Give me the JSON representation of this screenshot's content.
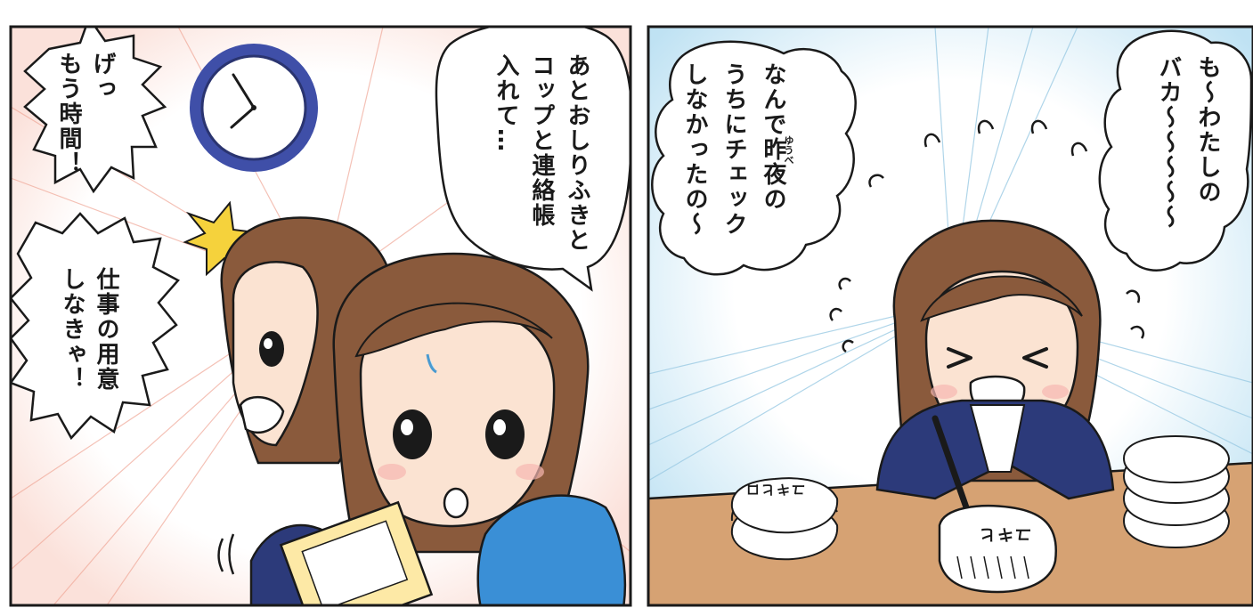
{
  "left_panel": {
    "speech_top_left": "げっ\nもう時間！",
    "speech_left_middle": "仕事の用意\nしなきゃ！",
    "speech_top_right": "あとおしりふきと\nコップと連絡帳\n入れて…"
  },
  "right_panel": {
    "speech_left": "なんで昨夜の\nうちにチェック\nしなかったの～",
    "speech_left_ruby": "ゆうべ",
    "speech_right": "も～わたしの\nバカ～～～～～",
    "note_left": "ユキヒロ",
    "note_center": "ユキヒ"
  },
  "colors": {
    "panel_border": "#1a1a1a",
    "clock_ring": "#3f4fa8",
    "hair": "#8a5a3c",
    "skin": "#fbe3d2",
    "jacket": "#2c3a7a",
    "desk": "#d6a273",
    "sky_burst": "#cde8f5",
    "pink_burst": "#f2b5a8",
    "spark": "#f5d23c"
  }
}
